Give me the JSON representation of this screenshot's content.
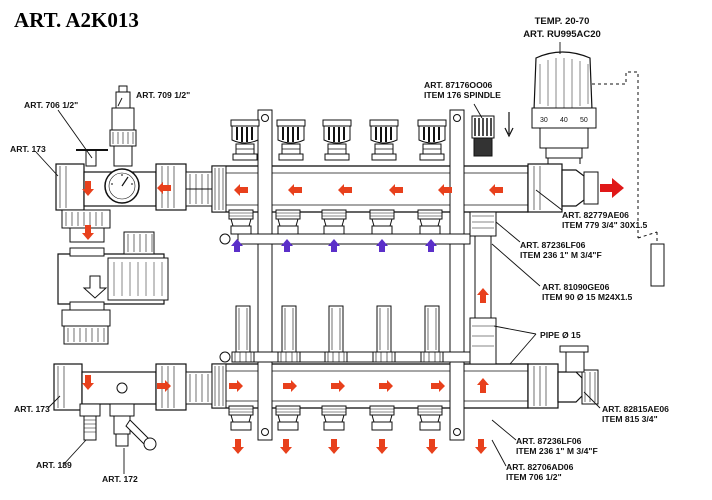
{
  "title": "ART. A2K013",
  "labels": {
    "art706_top": "ART. 706 1/2\"",
    "art709": "ART. 709 1/2\"",
    "art173_top": "ART. 173",
    "temp_line1": "TEMP. 20-70",
    "temp_line2": "ART. RU995AC20",
    "art87176_line1": "ART. 87176OO06",
    "art87176_line2": "ITEM 176 SPINDLE",
    "art82779_line1": "ART. 82779AE06",
    "art82779_line2": "ITEM 779 3/4\" 30X1.5",
    "art87236_top_line1": "ART. 87236LF06",
    "art87236_top_line2": "ITEM 236 1\" M 3/4\"F",
    "art81090_line1": "ART. 81090GE06",
    "art81090_line2": "ITEM 90  Ø 15 M24X1.5",
    "pipe": "PIPE Ø 15",
    "art82815_line1": "ART. 82815AE06",
    "art82815_line2": "ITEM 815 3/4\"",
    "art87236_bot_line1": "ART. 87236LF06",
    "art87236_bot_line2": "ITEM 236 1\" M 3/4\"F",
    "art82706_line1": "ART. 82706AD06",
    "art82706_line2": "ITEM  706 1/2\"",
    "art173_bottom": "ART. 173",
    "art189": "ART. 189",
    "art172": "ART. 172"
  },
  "colors": {
    "flow_arrow": "#e8401c",
    "return_arrow": "#5b2fc9",
    "inlet_arrow": "#e01818",
    "outline": "#111111"
  },
  "icons": {
    "flow_arrow": "arrow-left-icon",
    "outlet_arrow": "arrow-down-icon",
    "return_arrow": "arrow-up-icon",
    "pressure_gauge": "gauge-icon"
  }
}
